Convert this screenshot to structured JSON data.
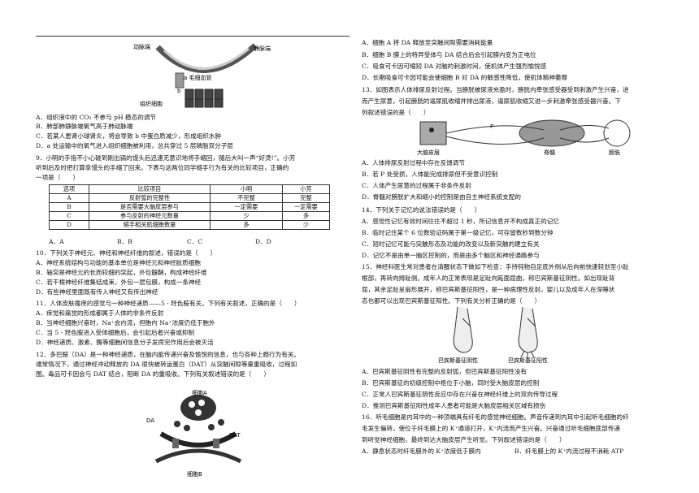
{
  "left": {
    "fig1_labels": {
      "artery": "动脉端",
      "vein": "静脉端",
      "capillary": "a 毛细血管",
      "a": "a",
      "b": "b",
      "tissue": "组织细胞"
    },
    "q8_options": [
      "A．组织液中的 CO₂ 不参与 pH 稳态的调节",
      "B．肺部肺静脉端氧气高于肺动脉端",
      "C．若某人患肾小球肾炎，将会导致 b 中蛋白质减少，形成组织水肿",
      "D．a 处运输中的氧气进入组织细胞被利用，总共穿过 5 层磷脂双分子层"
    ],
    "q9_lines": [
      "9．小明的手指不小心碰到刚出锅的馒头后迅速无意识地将手缩回，随后大叫一声“好烫!”。小芳",
      "听到后及时把打算拿馒头的手缩了回来。下表与这两位同学缩手行为有关的比较项目，正确的",
      "一项是（　　）"
    ],
    "q9_table": {
      "headers": [
        "选项",
        "比较项目",
        "小明",
        "小芳"
      ],
      "rows": [
        [
          "A",
          "反射弧的完整性",
          "不完整",
          "完整"
        ],
        [
          "B",
          "是否需要大脑皮层参与",
          "一定需要",
          "一定需要"
        ],
        [
          "C",
          "参与反射的神经元数量",
          "少",
          "多"
        ],
        [
          "D",
          "缩手相关肌细胞数量",
          "多",
          "少"
        ]
      ]
    },
    "q9_options": [
      "A．A",
      "B．B",
      "C．C",
      "D．D"
    ],
    "q10_lines": [
      "10．下列关于神经元、神经和神经纤维的叙述，错误的是（　　）",
      "A．神经系统结构与功能的基本单位是神经元和神经胶质细胞",
      "B．轴突是神经元的长而较细的突起，外包髓鞘，构成神经纤维",
      "C．若干根神经纤维集结成束，外包一层包膜，构成一条神经",
      "D．有些神经里面既有传入神经又有传出神经"
    ],
    "q11_lines": [
      "11．人体皮肤瘙痒的感觉与一种神经递质——5 - 羟色胺有关。下列有关叙述，正确的是（　　）",
      "A．痒觉和痛觉的形成都属于人体的非条件反射",
      "B．当神经细胞兴奋时，Na⁺会内流，但胞内 Na⁺浓度仍低于胞外",
      "C．当 5 - 羟色胺进入受体细胞后，会引起后者兴奋或抑制",
      "D．神经递质、激素、酶等细胞间信息分子发挥完作用后会被灭活"
    ],
    "q12_lines": [
      "12．多巴胺（DA）是一种神经递质，在脑内能传递兴奋及愉悦的信息，也与各种上瘾行为有关。",
      "通常情况下，通过神经冲动释放的 DA 很快被转运蛋白（DAT）从突触间隙等量重吸收，过程如",
      "图。毒品可卡因会与 DAT 结合，阻断 DA 的重吸收。下列有关叙述错误的是（　　）"
    ],
    "fig2_labels": {
      "cell_a": "细胞A",
      "da": "DA",
      "dat": "DAT",
      "cell_b": "细胞B"
    }
  },
  "right": {
    "q12_options": [
      "A．细胞 A 将 DA 释放至突触间隙需要消耗能量",
      "B．细胞 B 膜上的特异受体与 DA 结合后会引起膜内变为正电位",
      "C．吸食可卡因可缩短 DA 对脑的刺激时间，使机体产生强烈愉悦感",
      "D．长期吸食可卡因可能会使细胞 B 对 DA 的敏感性降低，使机体精神萎靡"
    ],
    "q13_lines": [
      "13．如图表示人体排尿反射过程。当膀胱被尿液充盈时，膀胱内牵张感受器受到刺激产生兴奋，进",
      "而产生尿意，引起膀胱的逼尿肌收缩并排出尿液，逼尿肌收缩又进一步刺激牵张感受器兴奋。下",
      "列叙述错误的是（　　）"
    ],
    "fig3_labels": {
      "cortex": "大脑皮层",
      "spine": "脊髓",
      "bladder": "膀胱",
      "p": "P"
    },
    "q13_options": [
      "A．人体排尿反射过程中存在反馈调节",
      "B．若 P 处受损，人体能完成排尿但不受意识控制",
      "C．人体产生尿意的过程属于非条件反射",
      "D．脊髓对膀胱扩大和缩小的控制是由自主神经系统支配的"
    ],
    "q14_lines": [
      "14．下列关于记忆的说法错误的是（　　）",
      "A．感觉性记忆有效时间往往不超过 1 秒，所记信息并不构成真正的记忆",
      "B．临时记住某个 6 位数验证码属于第一级记忆，可存留数秒到数分钟",
      "C．短时记忆可能与突触形态及功能的改变以及新突触的建立有关",
      "D．记忆不是由单一脑区控制的，而是由多个脑区和神经通路参与"
    ],
    "q15_lines": [
      "15．神经科医生常对患者在清醒状态下做如下检查：手持钝物自足底外侧从后向前快速轻划至小趾",
      "根部，再转向拇趾侧。成年人的正常表现是足趾向跖面屈曲，称巴宾斯基征阴性。如出现趾背",
      "屈，其余足趾呈扇形展开，称巴宾斯基征阳性，是一种病理性反射。婴儿以及成年人在深睡状",
      "态也都可以出现巴宾斯基征阳性。下列有关分析正确的是（　　）"
    ],
    "fig4_labels": {
      "negative": "巴宾斯基征阴性",
      "positive": "巴宾斯基征阳性"
    },
    "q15_options": [
      "A．巴宾斯基征阴性有完整的反射弧，但巴宾斯基征阳性没有",
      "B．巴宾斯基征的初级控制中枢位于小脑，同时受大脑皮层的控制",
      "C．正常人巴宾斯基征阴性反应中存在兴奋在神经纤维上的双向传导过程",
      "D．推测巴宾斯基征阳性成年人患者可能是大脑皮层相关区域有损伤"
    ],
    "q16_lines": [
      "16．听毛细胞是内耳中的一种顶端具有纤毛的感觉神经细胞。声音传递到内耳中引起听毛细胞的纤",
      "毛发生偏转，使位于纤毛膜上的 K⁺通道打开，K⁺内流而产生兴奋。兴奋通过听毛细胞底部传递",
      "到听觉神经细胞，最终到达大脑皮层产生听觉。下列叙述错误的是（　　）"
    ],
    "q16_options": [
      "A．静息状态时纤毛膜外的 K⁺浓度低于膜内",
      "B．纤毛膜上的 K⁺内流过程不消耗 ATP"
    ]
  }
}
